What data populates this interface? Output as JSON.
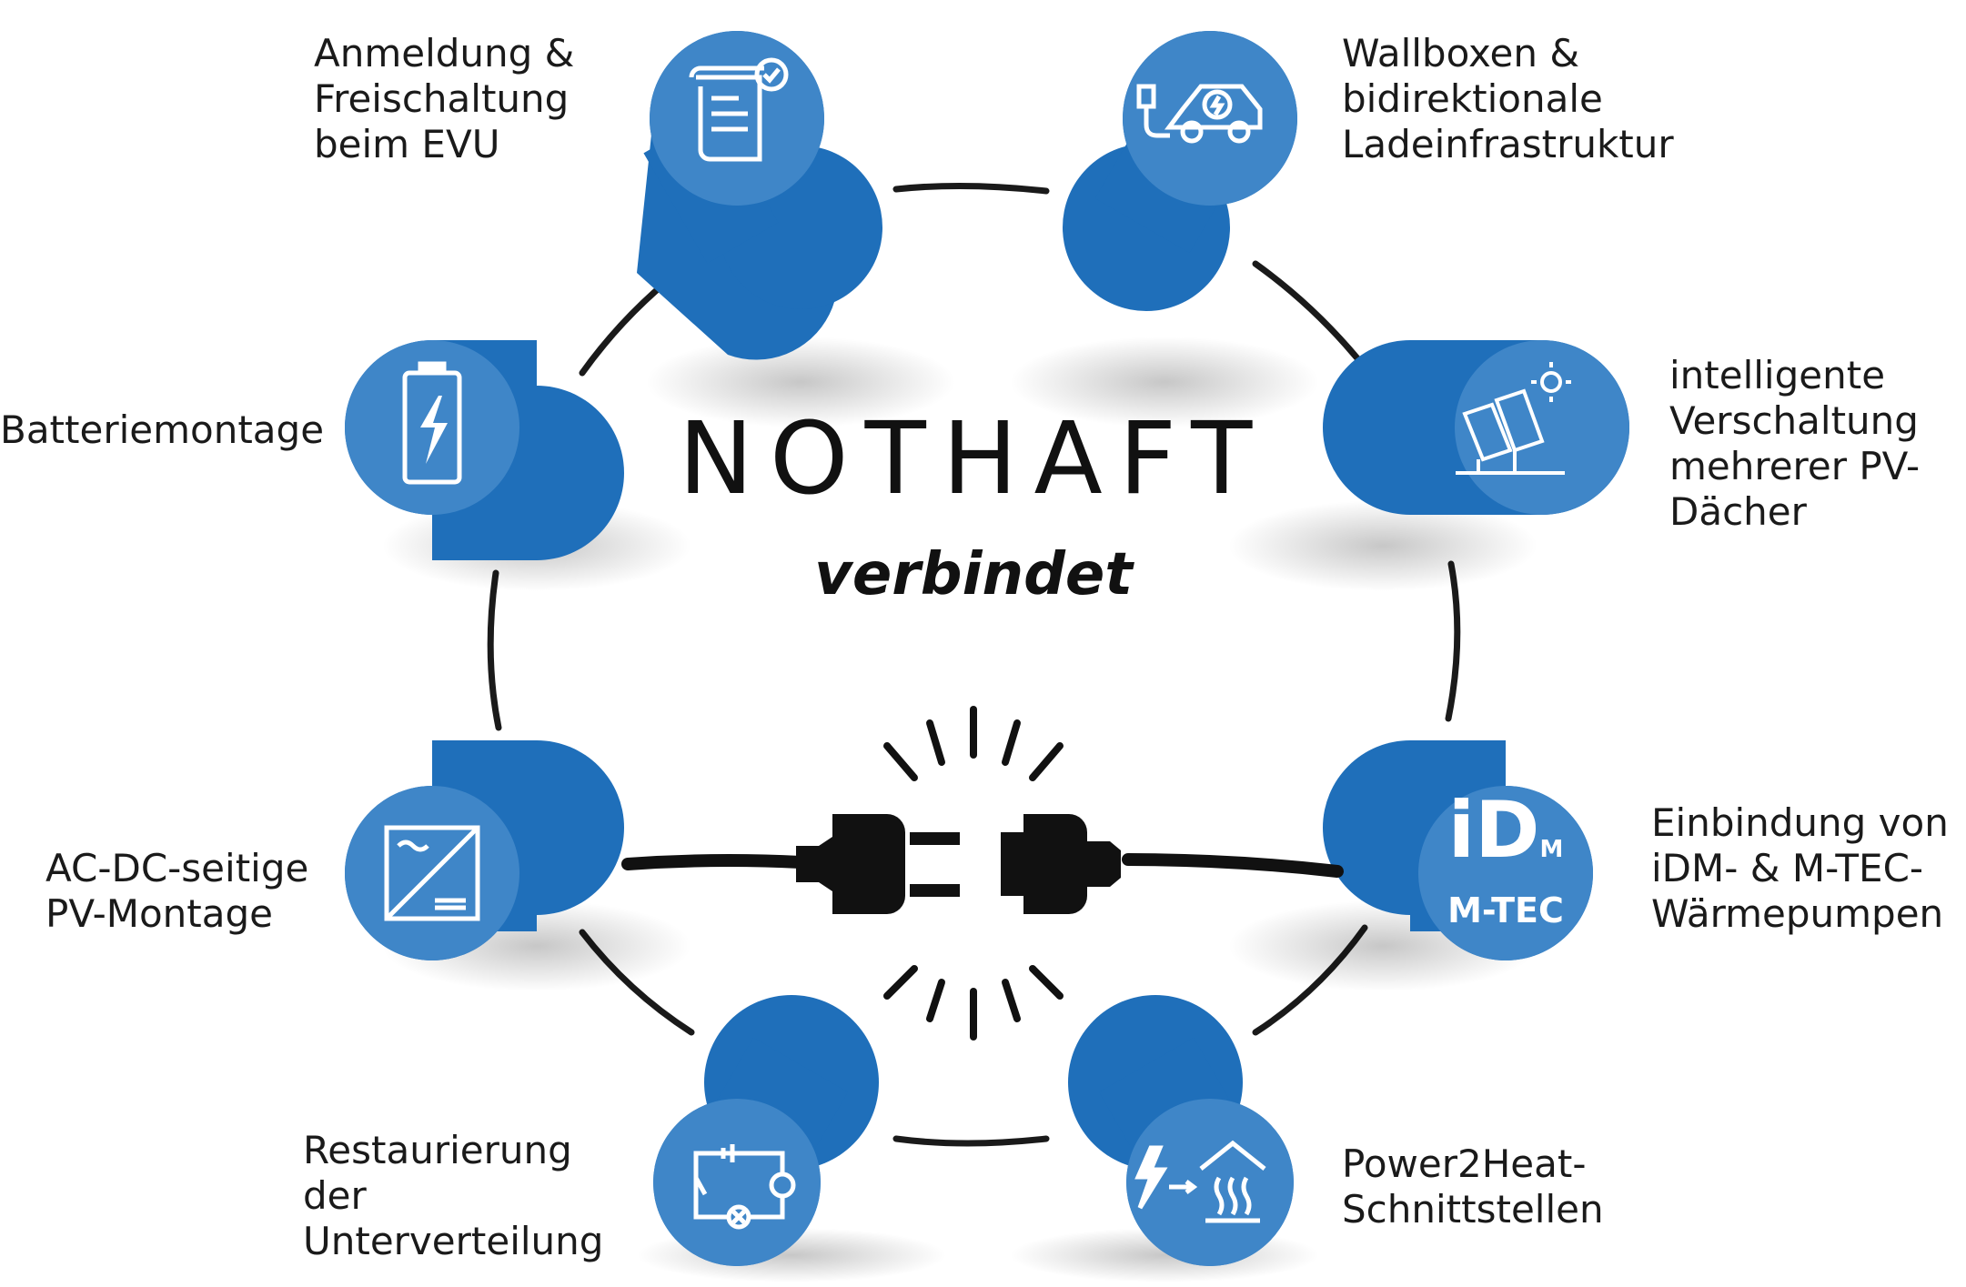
{
  "brand": {
    "name": "NOTHAFT",
    "tagline": "verbindet"
  },
  "colors": {
    "accent": "#1f6fba",
    "accent_light": "#3f86c8",
    "ring": "#1a1a1a"
  },
  "nodes": [
    {
      "id": "evu",
      "icon": "document-check-icon",
      "lines": [
        "Anmeldung &",
        "Freischaltung",
        "beim EVU"
      ]
    },
    {
      "id": "wallbox",
      "icon": "ev-charging-car-icon",
      "lines": [
        "Wallboxen &",
        "bidirektionale",
        "Ladeinfrastruktur"
      ]
    },
    {
      "id": "pv",
      "icon": "solar-panels-icon",
      "lines": [
        "intelligente",
        "Verschaltung",
        "mehrerer PV-",
        "Dächer"
      ]
    },
    {
      "id": "heatpump",
      "icon": "idm-mtec-logo",
      "logo_top": "iD",
      "logo_sub": "M",
      "logo_bottom": "M-TEC",
      "lines": [
        "Einbindung von",
        "iDM- & M-TEC-",
        "Wärmepumpen"
      ]
    },
    {
      "id": "power2heat",
      "icon": "power-to-heat-icon",
      "lines": [
        "Power2Heat-",
        "Schnittstellen"
      ]
    },
    {
      "id": "distribution",
      "icon": "electric-circuit-icon",
      "lines": [
        "Restaurierung",
        "der",
        "Unterverteilung"
      ]
    },
    {
      "id": "acdc",
      "icon": "inverter-icon",
      "lines": [
        "AC-DC-seitige",
        "PV-Montage"
      ]
    },
    {
      "id": "battery",
      "icon": "battery-icon",
      "lines": [
        "Batteriemontage"
      ]
    }
  ],
  "center_icon": "unplugged-connector-icon"
}
